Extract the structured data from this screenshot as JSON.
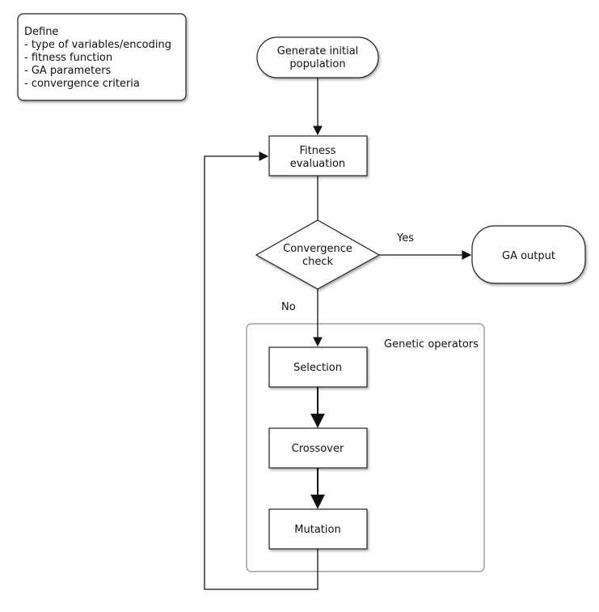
{
  "define_box": {
    "title": "Define",
    "items": [
      "- type of variables/encoding",
      "- fitness function",
      "- GA parameters",
      "- convergence criteria"
    ]
  },
  "nodes": {
    "start": [
      "Generate initial",
      "population"
    ],
    "fitness": [
      "Fitness",
      "evaluation"
    ],
    "convergence": [
      "Convergence",
      "check"
    ],
    "output": "GA output",
    "selection": "Selection",
    "crossover": "Crossover",
    "mutation": "Mutation"
  },
  "edge_labels": {
    "yes": "Yes",
    "no": "No"
  },
  "group_label": "Genetic operators",
  "colors": {
    "stroke": "#222222",
    "group_stroke": "#8a8a8a",
    "fill": "#ffffff",
    "text": "#111111"
  }
}
